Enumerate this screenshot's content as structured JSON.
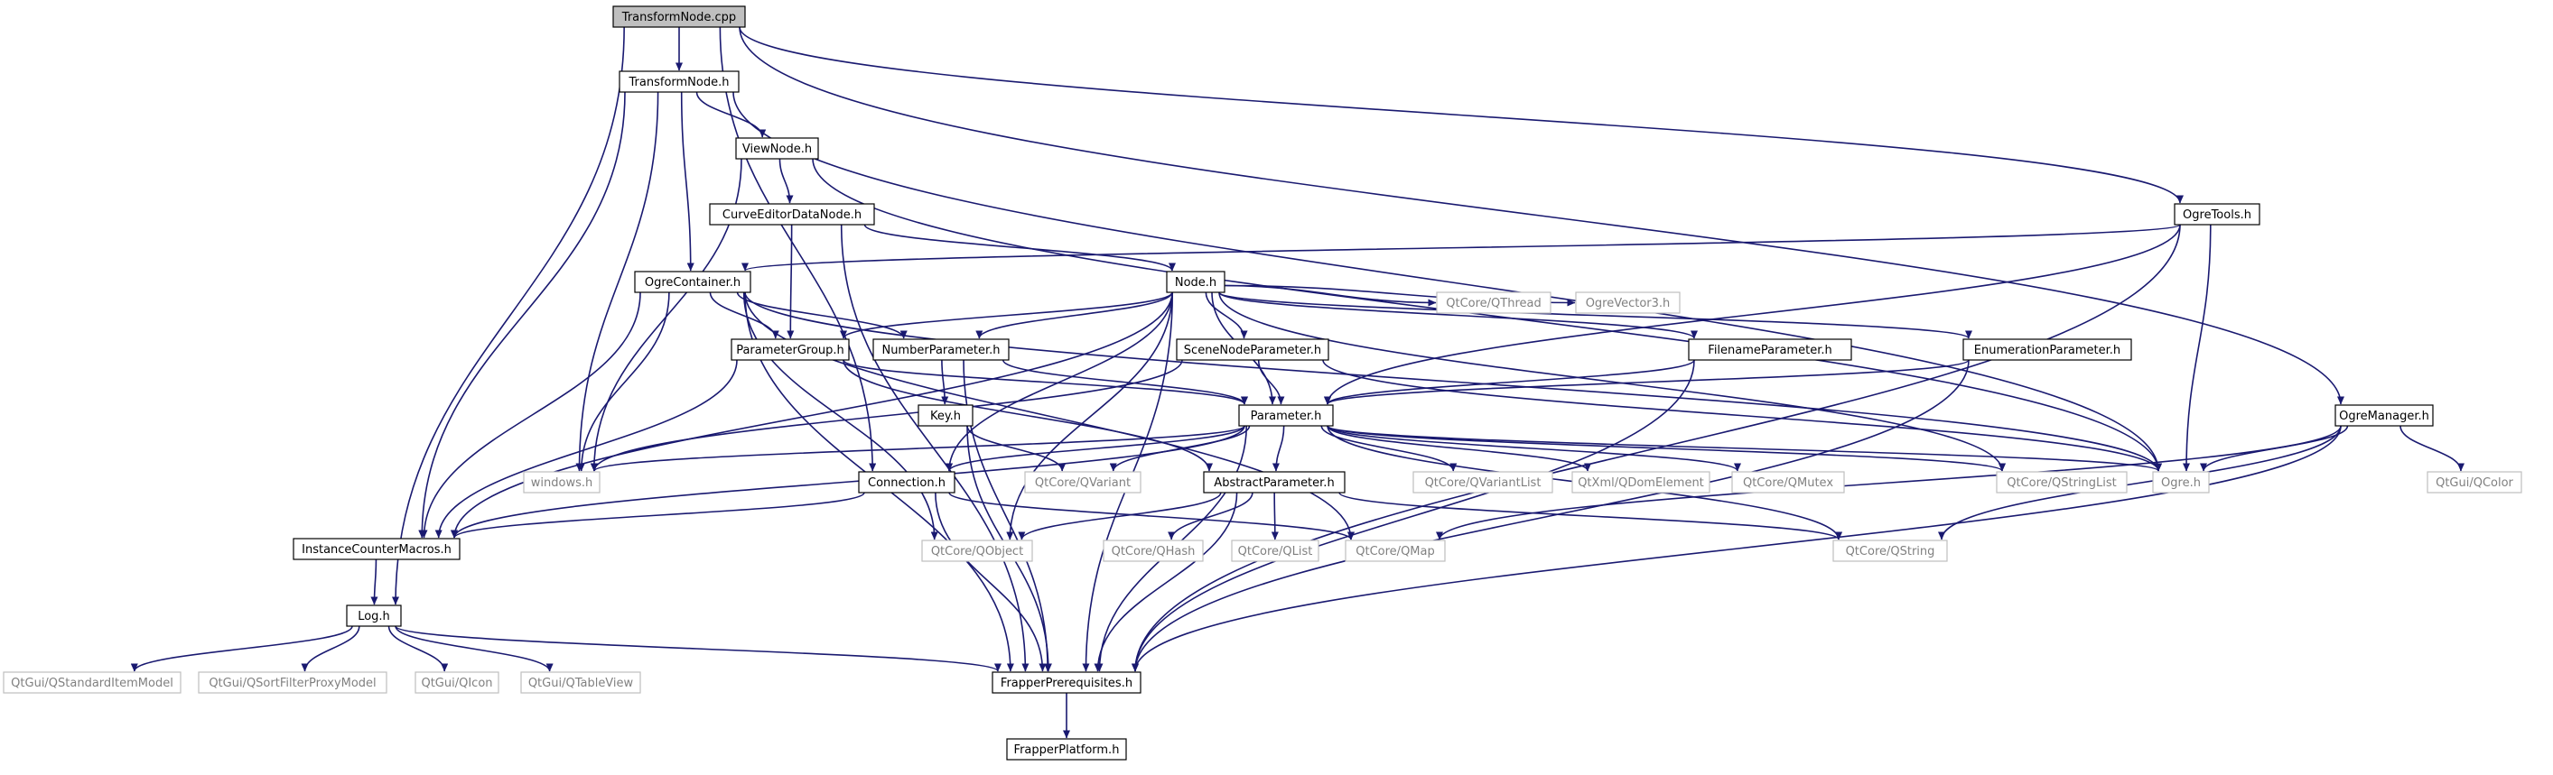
{
  "colors": {
    "edge": "#191970",
    "box_stroke_local": "#000000",
    "box_stroke_external": "#bfbfbf",
    "text_local": "#000000",
    "text_external": "#808080",
    "root_fill": "#bfbfbf",
    "box_fill": "#ffffff"
  },
  "nodes": [
    {
      "id": "TransformNode_cpp",
      "label": "TransformNode.cpp",
      "kind": "root"
    },
    {
      "id": "TransformNode_h",
      "label": "TransformNode.h",
      "kind": "local"
    },
    {
      "id": "ViewNode_h",
      "label": "ViewNode.h",
      "kind": "local"
    },
    {
      "id": "CurveEditorDataNode_h",
      "label": "CurveEditorDataNode.h",
      "kind": "local"
    },
    {
      "id": "OgreTools_h",
      "label": "OgreTools.h",
      "kind": "local"
    },
    {
      "id": "OgreContainer_h",
      "label": "OgreContainer.h",
      "kind": "local"
    },
    {
      "id": "Node_h",
      "label": "Node.h",
      "kind": "local"
    },
    {
      "id": "ParameterGroup_h",
      "label": "ParameterGroup.h",
      "kind": "local"
    },
    {
      "id": "NumberParameter_h",
      "label": "NumberParameter.h",
      "kind": "local"
    },
    {
      "id": "SceneNodeParameter_h",
      "label": "SceneNodeParameter.h",
      "kind": "local"
    },
    {
      "id": "QThread",
      "label": "QtCore/QThread",
      "kind": "external"
    },
    {
      "id": "OgreVector3_h",
      "label": "OgreVector3.h",
      "kind": "external"
    },
    {
      "id": "FilenameParameter_h",
      "label": "FilenameParameter.h",
      "kind": "local"
    },
    {
      "id": "EnumerationParameter_h",
      "label": "EnumerationParameter.h",
      "kind": "local"
    },
    {
      "id": "Key_h",
      "label": "Key.h",
      "kind": "local"
    },
    {
      "id": "Parameter_h",
      "label": "Parameter.h",
      "kind": "local"
    },
    {
      "id": "OgreManager_h",
      "label": "OgreManager.h",
      "kind": "local"
    },
    {
      "id": "windows_h",
      "label": "windows.h",
      "kind": "external"
    },
    {
      "id": "Connection_h",
      "label": "Connection.h",
      "kind": "local"
    },
    {
      "id": "QVariant",
      "label": "QtCore/QVariant",
      "kind": "external"
    },
    {
      "id": "AbstractParameter_h",
      "label": "AbstractParameter.h",
      "kind": "local"
    },
    {
      "id": "QVariantList",
      "label": "QtCore/QVariantList",
      "kind": "external"
    },
    {
      "id": "QDomElement",
      "label": "QtXml/QDomElement",
      "kind": "external"
    },
    {
      "id": "QMutex",
      "label": "QtCore/QMutex",
      "kind": "external"
    },
    {
      "id": "QStringList",
      "label": "QtCore/QStringList",
      "kind": "external"
    },
    {
      "id": "Ogre_h",
      "label": "Ogre.h",
      "kind": "external"
    },
    {
      "id": "QColor",
      "label": "QtGui/QColor",
      "kind": "external"
    },
    {
      "id": "InstanceCounterMacros_h",
      "label": "InstanceCounterMacros.h",
      "kind": "local"
    },
    {
      "id": "QObject",
      "label": "QtCore/QObject",
      "kind": "external"
    },
    {
      "id": "QHash",
      "label": "QtCore/QHash",
      "kind": "external"
    },
    {
      "id": "QList",
      "label": "QtCore/QList",
      "kind": "external"
    },
    {
      "id": "QMap",
      "label": "QtCore/QMap",
      "kind": "external"
    },
    {
      "id": "QString",
      "label": "QtCore/QString",
      "kind": "external"
    },
    {
      "id": "Log_h",
      "label": "Log.h",
      "kind": "local"
    },
    {
      "id": "QStandardItemModel",
      "label": "QtGui/QStandardItemModel",
      "kind": "external"
    },
    {
      "id": "QSortFilterProxyModel",
      "label": "QtGui/QSortFilterProxyModel",
      "kind": "external"
    },
    {
      "id": "QIcon",
      "label": "QtGui/QIcon",
      "kind": "external"
    },
    {
      "id": "QTableView",
      "label": "QtGui/QTableView",
      "kind": "external"
    },
    {
      "id": "FrapperPrerequisites_h",
      "label": "FrapperPrerequisites.h",
      "kind": "local"
    },
    {
      "id": "FrapperPlatform_h",
      "label": "FrapperPlatform.h",
      "kind": "local"
    }
  ],
  "edges": [
    [
      "TransformNode_cpp",
      "TransformNode_h"
    ],
    [
      "TransformNode_cpp",
      "OgreTools_h"
    ],
    [
      "TransformNode_cpp",
      "OgreManager_h"
    ],
    [
      "TransformNode_cpp",
      "Log_h"
    ],
    [
      "TransformNode_cpp",
      "Connection_h"
    ],
    [
      "TransformNode_h",
      "ViewNode_h"
    ],
    [
      "TransformNode_h",
      "OgreContainer_h"
    ],
    [
      "TransformNode_h",
      "windows_h"
    ],
    [
      "TransformNode_h",
      "InstanceCounterMacros_h"
    ],
    [
      "TransformNode_h",
      "Ogre_h"
    ],
    [
      "ViewNode_h",
      "CurveEditorDataNode_h"
    ],
    [
      "ViewNode_h",
      "windows_h"
    ],
    [
      "ViewNode_h",
      "Ogre_h"
    ],
    [
      "CurveEditorDataNode_h",
      "Node_h"
    ],
    [
      "CurveEditorDataNode_h",
      "ParameterGroup_h"
    ],
    [
      "CurveEditorDataNode_h",
      "FrapperPrerequisites_h"
    ],
    [
      "OgreTools_h",
      "OgreContainer_h"
    ],
    [
      "OgreTools_h",
      "Parameter_h"
    ],
    [
      "OgreTools_h",
      "Ogre_h"
    ],
    [
      "OgreTools_h",
      "FrapperPrerequisites_h"
    ],
    [
      "OgreContainer_h",
      "ParameterGroup_h"
    ],
    [
      "OgreContainer_h",
      "NumberParameter_h"
    ],
    [
      "OgreContainer_h",
      "windows_h"
    ],
    [
      "OgreContainer_h",
      "InstanceCounterMacros_h"
    ],
    [
      "OgreContainer_h",
      "QObject"
    ],
    [
      "OgreContainer_h",
      "FrapperPrerequisites_h"
    ],
    [
      "OgreContainer_h",
      "Ogre_h"
    ],
    [
      "OgreContainer_h",
      "QMap"
    ],
    [
      "Node_h",
      "ParameterGroup_h"
    ],
    [
      "Node_h",
      "NumberParameter_h"
    ],
    [
      "Node_h",
      "SceneNodeParameter_h"
    ],
    [
      "Node_h",
      "QThread"
    ],
    [
      "Node_h",
      "OgreVector3_h"
    ],
    [
      "Node_h",
      "FilenameParameter_h"
    ],
    [
      "Node_h",
      "EnumerationParameter_h"
    ],
    [
      "Node_h",
      "Parameter_h"
    ],
    [
      "Node_h",
      "InstanceCounterMacros_h"
    ],
    [
      "Node_h",
      "Connection_h"
    ],
    [
      "Node_h",
      "QObject"
    ],
    [
      "Node_h",
      "QStringList"
    ],
    [
      "Node_h",
      "FrapperPrerequisites_h"
    ],
    [
      "ParameterGroup_h",
      "Parameter_h"
    ],
    [
      "ParameterGroup_h",
      "InstanceCounterMacros_h"
    ],
    [
      "ParameterGroup_h",
      "AbstractParameter_h"
    ],
    [
      "NumberParameter_h",
      "Key_h"
    ],
    [
      "NumberParameter_h",
      "Parameter_h"
    ],
    [
      "NumberParameter_h",
      "FrapperPrerequisites_h"
    ],
    [
      "SceneNodeParameter_h",
      "Parameter_h"
    ],
    [
      "SceneNodeParameter_h",
      "windows_h"
    ],
    [
      "SceneNodeParameter_h",
      "Ogre_h"
    ],
    [
      "FilenameParameter_h",
      "Parameter_h"
    ],
    [
      "FilenameParameter_h",
      "FrapperPrerequisites_h"
    ],
    [
      "EnumerationParameter_h",
      "Parameter_h"
    ],
    [
      "EnumerationParameter_h",
      "FrapperPrerequisites_h"
    ],
    [
      "Key_h",
      "QVariant"
    ],
    [
      "Key_h",
      "FrapperPrerequisites_h"
    ],
    [
      "Parameter_h",
      "AbstractParameter_h"
    ],
    [
      "Parameter_h",
      "Connection_h"
    ],
    [
      "Parameter_h",
      "QVariant"
    ],
    [
      "Parameter_h",
      "QVariantList"
    ],
    [
      "Parameter_h",
      "QDomElement"
    ],
    [
      "Parameter_h",
      "QMutex"
    ],
    [
      "Parameter_h",
      "QStringList"
    ],
    [
      "Parameter_h",
      "Ogre_h"
    ],
    [
      "Parameter_h",
      "windows_h"
    ],
    [
      "Parameter_h",
      "InstanceCounterMacros_h"
    ],
    [
      "Parameter_h",
      "QString"
    ],
    [
      "Parameter_h",
      "FrapperPrerequisites_h"
    ],
    [
      "OgreManager_h",
      "Ogre_h"
    ],
    [
      "OgreManager_h",
      "QColor"
    ],
    [
      "OgreManager_h",
      "QMap"
    ],
    [
      "OgreManager_h",
      "QString"
    ],
    [
      "OgreManager_h",
      "FrapperPrerequisites_h"
    ],
    [
      "Connection_h",
      "InstanceCounterMacros_h"
    ],
    [
      "Connection_h",
      "QMap"
    ],
    [
      "Connection_h",
      "FrapperPrerequisites_h"
    ],
    [
      "AbstractParameter_h",
      "QObject"
    ],
    [
      "AbstractParameter_h",
      "QHash"
    ],
    [
      "AbstractParameter_h",
      "QList"
    ],
    [
      "AbstractParameter_h",
      "QString"
    ],
    [
      "AbstractParameter_h",
      "FrapperPrerequisites_h"
    ],
    [
      "InstanceCounterMacros_h",
      "Log_h"
    ],
    [
      "Log_h",
      "QStandardItemModel"
    ],
    [
      "Log_h",
      "QSortFilterProxyModel"
    ],
    [
      "Log_h",
      "QIcon"
    ],
    [
      "Log_h",
      "QTableView"
    ],
    [
      "Log_h",
      "FrapperPrerequisites_h"
    ],
    [
      "FrapperPrerequisites_h",
      "FrapperPlatform_h"
    ]
  ]
}
